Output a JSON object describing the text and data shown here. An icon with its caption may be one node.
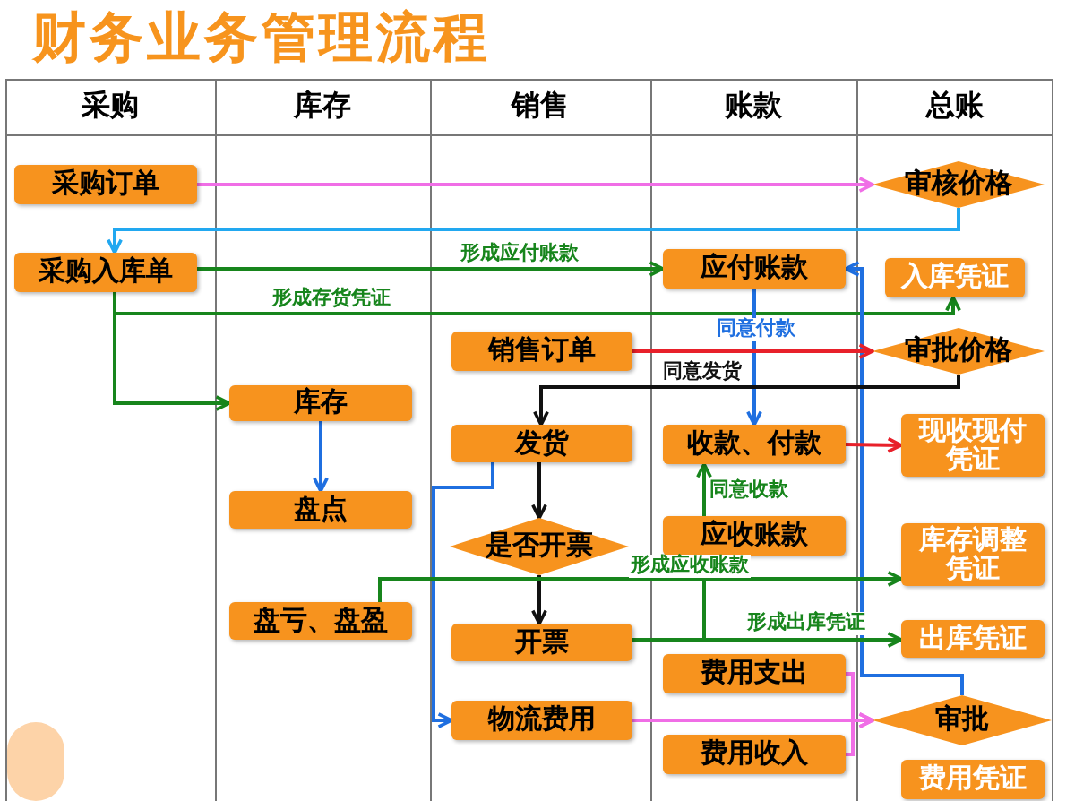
{
  "diagram": {
    "title": "财务业务管理流程",
    "nodes": [
      {
        "text": [
          "采购订单"
        ]
      },
      {
        "text": [
          "审核价格"
        ]
      },
      {
        "text": [
          "采购入库单"
        ]
      },
      {
        "text": [
          "应付账款"
        ]
      },
      {
        "text": [
          "入库凭证"
        ]
      },
      {
        "text": [
          "销售订单"
        ]
      },
      {
        "text": [
          "审批价格"
        ]
      },
      {
        "text": [
          "库存"
        ]
      },
      {
        "text": [
          "发货"
        ]
      },
      {
        "text": [
          "收款、付款"
        ]
      },
      {
        "text": [
          "现收现付凭证"
        ]
      },
      {
        "text": [
          "盘点"
        ]
      },
      {
        "text": [
          "是否开票"
        ]
      },
      {
        "text": [
          "应收账款"
        ]
      },
      {
        "text": [
          "库存调整凭证"
        ]
      },
      {
        "text": [
          "盘亏、盘盈"
        ]
      },
      {
        "text": [
          "开票"
        ]
      },
      {
        "text": [
          "出库凭证"
        ]
      },
      {
        "text": [
          "费用支出"
        ]
      },
      {
        "text": [
          "物流费用"
        ]
      },
      {
        "text": [
          "审批"
        ]
      },
      {
        "text": [
          "费用收入"
        ]
      },
      {
        "text": [
          "费用凭证"
        ]
      }
    ],
    "edges": [
      {
        "from": 0,
        "to": 1,
        "arrow": "to",
        "color": "#f06ee6"
      },
      {
        "from": 1,
        "to": 2,
        "arrow": "to",
        "color": "#22a8f0"
      },
      {
        "from": 2,
        "to": 3,
        "arrow": "to",
        "label": "形成应付账款",
        "color": "#17851c"
      },
      {
        "from": 2,
        "to": 4,
        "arrow": "to",
        "label": "形成存货凭证",
        "color": "#17851c"
      },
      {
        "from": 2,
        "to": 7,
        "arrow": "to",
        "color": "#17851c"
      },
      {
        "from": 3,
        "to": 9,
        "arrow": "to",
        "label": "同意付款",
        "color": "#1f6fe0"
      },
      {
        "from": 20,
        "to": 3,
        "arrow": "to",
        "color": "#1f6fe0"
      },
      {
        "from": 5,
        "to": 6,
        "arrow": "to",
        "color": "#e8202a"
      },
      {
        "from": 6,
        "to": 8,
        "arrow": "to",
        "label": "同意发货",
        "color": "#111111"
      },
      {
        "from": 7,
        "to": 11,
        "arrow": "to",
        "color": "#1f6fe0"
      },
      {
        "from": 8,
        "to": 12,
        "arrow": "to",
        "color": "#111111"
      },
      {
        "from": 8,
        "to": 19,
        "arrow": "to",
        "color": "#1f6fe0"
      },
      {
        "from": 12,
        "to": 16,
        "arrow": "to",
        "color": "#111111"
      },
      {
        "from": 9,
        "to": 10,
        "arrow": "to",
        "color": "#e8202a"
      },
      {
        "from": 13,
        "to": 9,
        "arrow": "to",
        "label": "同意收款",
        "color": "#17851c"
      },
      {
        "from": 15,
        "to": 14,
        "arrow": "to",
        "color": "#17851c"
      },
      {
        "from": 16,
        "to": 13,
        "arrow": "to",
        "label": "形成应收账款",
        "color": "#17851c"
      },
      {
        "from": 16,
        "to": 17,
        "arrow": "to",
        "label": "形成出库凭证",
        "color": "#17851c"
      },
      {
        "from": 18,
        "to": 20,
        "arrow": "to",
        "color": "#f06ee6"
      },
      {
        "from": 19,
        "to": 20,
        "arrow": "to",
        "color": "#f06ee6"
      },
      {
        "from": 21,
        "to": 20,
        "arrow": "to",
        "color": "#f06ee6"
      }
    ],
    "labels": [
      "采购",
      "库存",
      "销售",
      "账款",
      "总账"
    ]
  }
}
